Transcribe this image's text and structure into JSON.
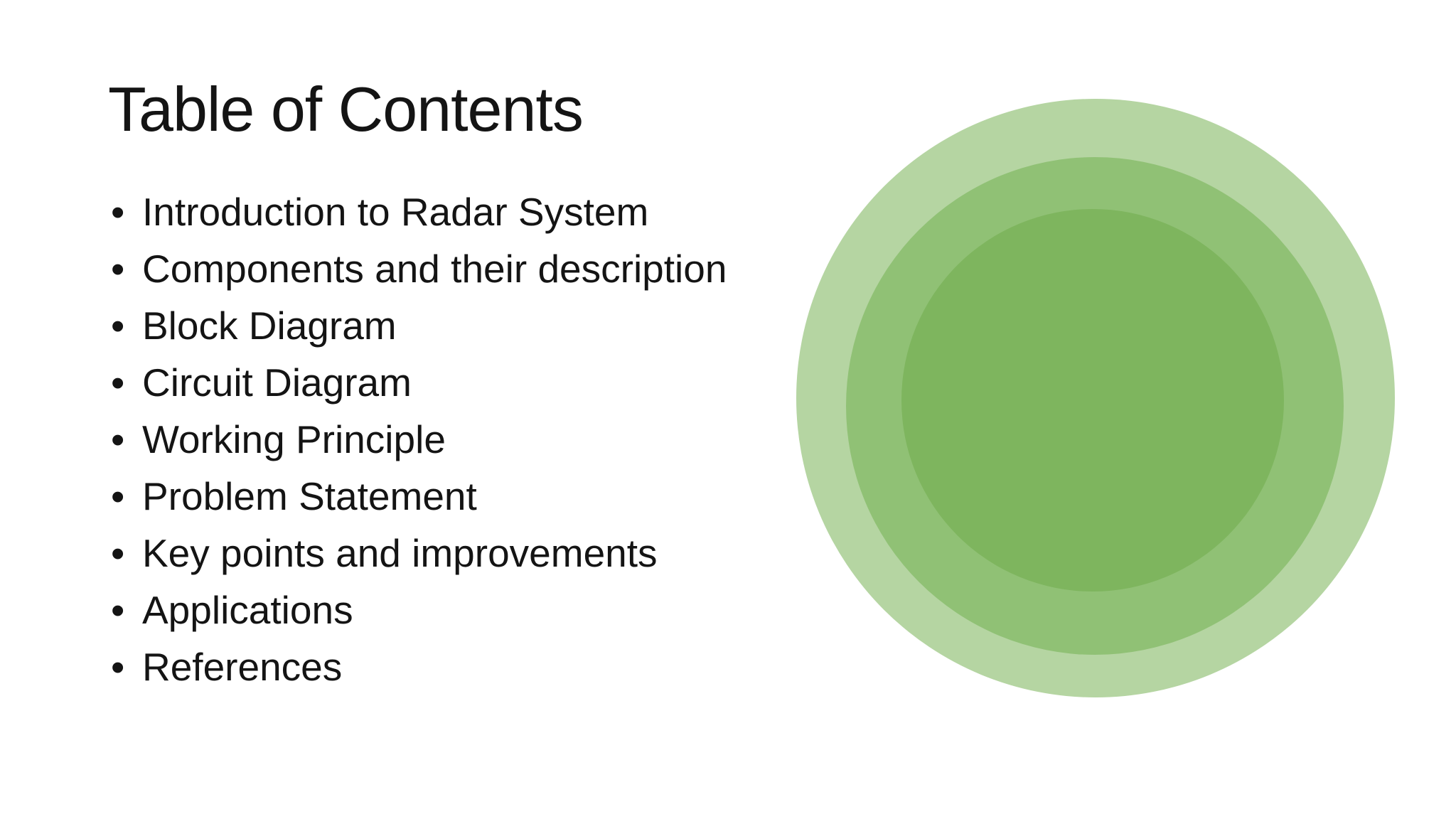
{
  "slide": {
    "title": "Table of Contents",
    "bullet_char": "•",
    "bullets": [
      "Introduction to Radar System",
      "Components and their description",
      "Block Diagram",
      "Circuit Diagram",
      "Working Principle",
      "Problem Statement",
      "Key points and improvements",
      "Applications",
      "References"
    ],
    "colors": {
      "background": "#ffffff",
      "text": "#141414",
      "circle_outer": "#b5d5a2",
      "circle_middle": "#90c175",
      "circle_inner": "#7eb55e"
    }
  }
}
